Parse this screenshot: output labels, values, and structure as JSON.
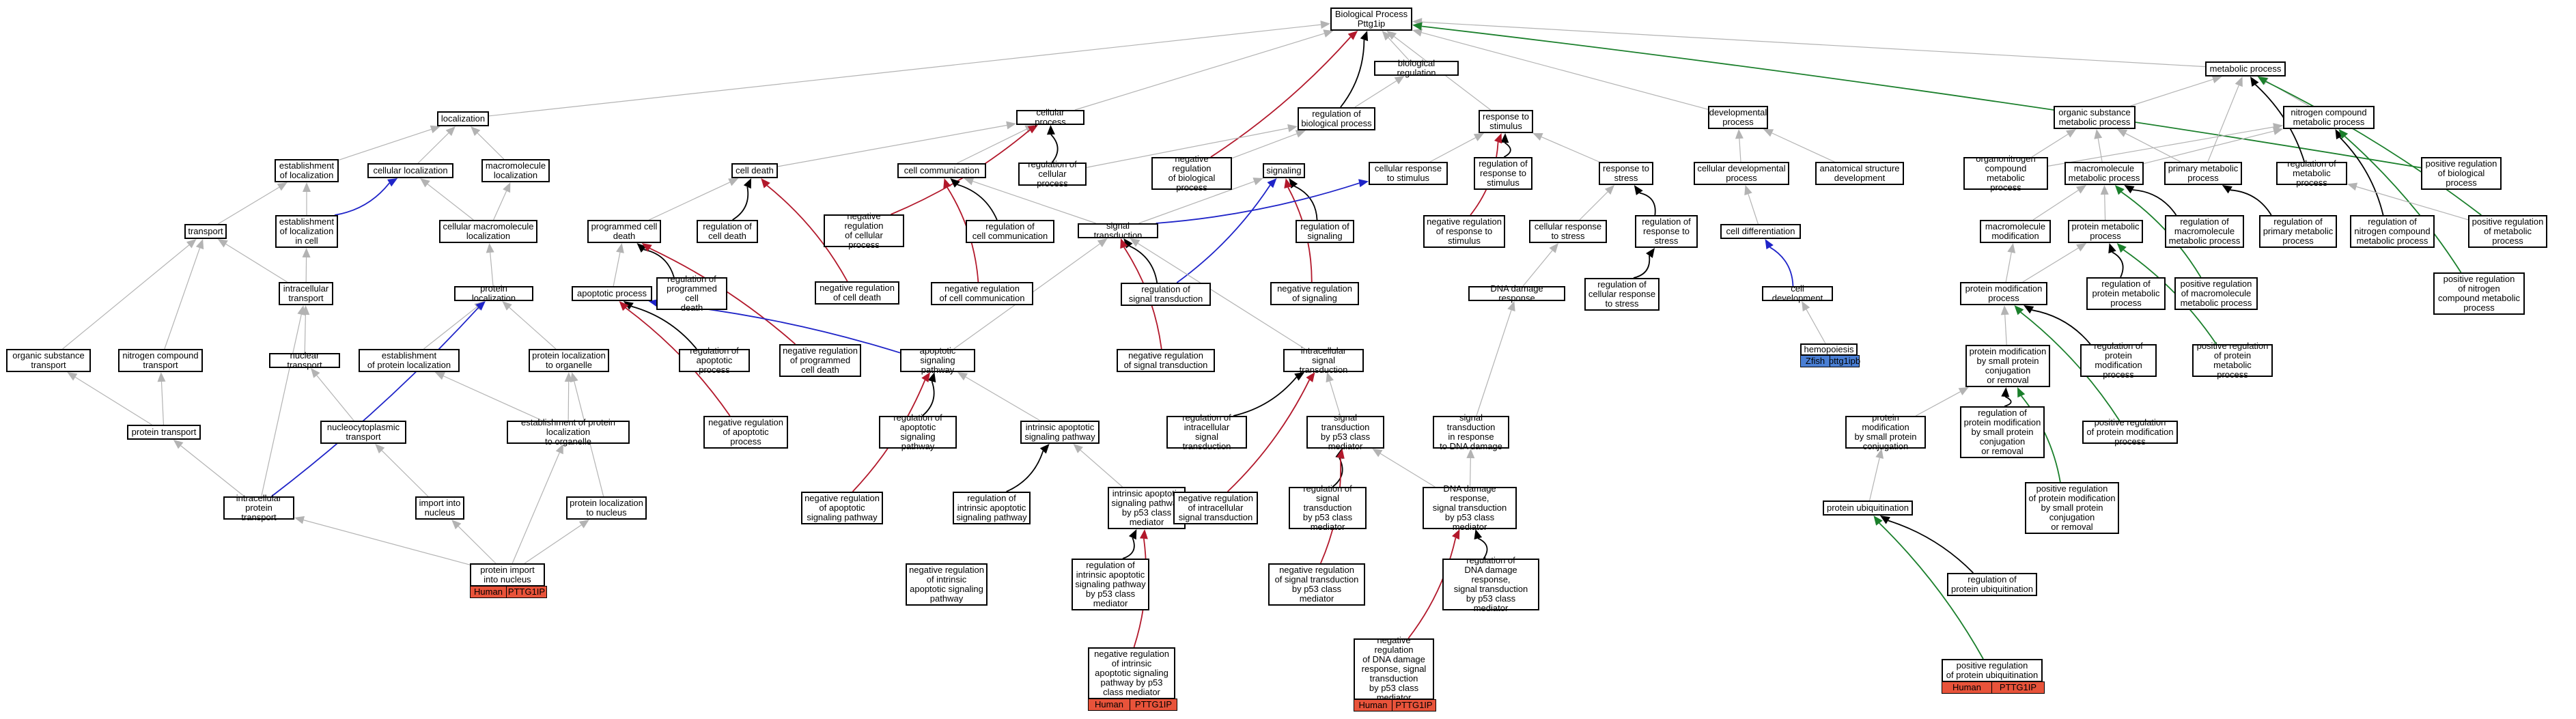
{
  "colors": {
    "is_a": "#b3b3b3",
    "part_of": "#000000",
    "negatively_regulates": "#b2182b",
    "positively_regulates": "#1a7f2b",
    "regulates": "#1f24c8",
    "human_annotation": "#e8533a",
    "zebrafish_annotation": "#4a7fd4"
  },
  "nodes": [
    {
      "id": "bp",
      "label": "Biological Process\nPttg1ip"
    },
    {
      "id": "bioreg",
      "label": "biological regulation"
    },
    {
      "id": "localization",
      "label": "localization"
    },
    {
      "id": "cellproc",
      "label": "cellular process"
    },
    {
      "id": "regbp",
      "label": "regulation of\nbiological process"
    },
    {
      "id": "rts",
      "label": "response to\nstimulus"
    },
    {
      "id": "devproc",
      "label": "developmental\nprocess"
    },
    {
      "id": "metproc",
      "label": "metabolic process"
    },
    {
      "id": "orgsubmet",
      "label": "organic substance\nmetabolic process"
    },
    {
      "id": "ncmet",
      "label": "nitrogen compound\nmetabolic process"
    },
    {
      "id": "estloc",
      "label": "establishment\nof localization"
    },
    {
      "id": "cellloc",
      "label": "cellular localization"
    },
    {
      "id": "macroloc",
      "label": "macromolecule\nlocalization"
    },
    {
      "id": "celldeath",
      "label": "cell death"
    },
    {
      "id": "cellcomm",
      "label": "cell communication"
    },
    {
      "id": "regcp",
      "label": "regulation of\ncellular process"
    },
    {
      "id": "negregbp",
      "label": "negative regulation\nof biological\nprocess"
    },
    {
      "id": "signaling",
      "label": "signaling"
    },
    {
      "id": "cellresp",
      "label": "cellular response\nto stimulus"
    },
    {
      "id": "regrts",
      "label": "regulation of\nresponse to\nstimulus"
    },
    {
      "id": "rtstress",
      "label": "response to\nstress"
    },
    {
      "id": "celldev",
      "label": "cellular developmental\nprocess"
    },
    {
      "id": "anatdev",
      "label": "anatomical structure\ndevelopment"
    },
    {
      "id": "onmet",
      "label": "organonitrogen\ncompound metabolic\nprocess"
    },
    {
      "id": "macromet",
      "label": "macromolecule\nmetabolic process"
    },
    {
      "id": "primmet",
      "label": "primary metabolic\nprocess"
    },
    {
      "id": "regmet",
      "label": "regulation of\nmetabolic process"
    },
    {
      "id": "posregbp",
      "label": "positive regulation\nof biological\nprocess"
    },
    {
      "id": "transport",
      "label": "transport"
    },
    {
      "id": "estlocincell",
      "label": "establishment\nof localization\nin cell"
    },
    {
      "id": "cellmacroloc",
      "label": "cellular macromolecule\nlocalization"
    },
    {
      "id": "pcd",
      "label": "programmed cell\ndeath"
    },
    {
      "id": "regcd",
      "label": "regulation of\ncell death"
    },
    {
      "id": "negregcp",
      "label": "negative regulation\nof cellular\nprocess"
    },
    {
      "id": "regcomm",
      "label": "regulation of\ncell communication"
    },
    {
      "id": "sigtrans",
      "label": "signal transduction"
    },
    {
      "id": "regsig",
      "label": "regulation of\nsignaling"
    },
    {
      "id": "negregrts",
      "label": "negative regulation\nof response to\nstimulus"
    },
    {
      "id": "cellrtstress",
      "label": "cellular response\nto stress"
    },
    {
      "id": "regrtstress",
      "label": "regulation of\nresponse to\nstress"
    },
    {
      "id": "celldiff",
      "label": "cell differentiation"
    },
    {
      "id": "macromod",
      "label": "macromolecule\nmodification"
    },
    {
      "id": "protmet",
      "label": "protein metabolic\nprocess"
    },
    {
      "id": "regmacromet",
      "label": "regulation of\nmacromolecule\nmetabolic process"
    },
    {
      "id": "regprimmet",
      "label": "regulation of\nprimary metabolic\nprocess"
    },
    {
      "id": "regncmet",
      "label": "regulation of\nnitrogen compound\nmetabolic process"
    },
    {
      "id": "posregmet",
      "label": "positive regulation\nof metabolic\nprocess"
    },
    {
      "id": "apoptotic",
      "label": "apoptotic process"
    },
    {
      "id": "regpcd",
      "label": "regulation of\nprogrammed cell\ndeath"
    },
    {
      "id": "negregcd",
      "label": "negative regulation\nof cell death"
    },
    {
      "id": "negregcomm",
      "label": "negative regulation\nof cell communication"
    },
    {
      "id": "regsigtrans",
      "label": "regulation of\nsignal transduction"
    },
    {
      "id": "negregsig",
      "label": "negative regulation\nof signaling"
    },
    {
      "id": "dnadamage",
      "label": "DNA damage response"
    },
    {
      "id": "regcrtstress",
      "label": "regulation of\ncellular response\nto stress"
    },
    {
      "id": "intransport",
      "label": "intracellular\ntransport"
    },
    {
      "id": "protloc",
      "label": "protein localization"
    },
    {
      "id": "celldevel",
      "label": "cell development"
    },
    {
      "id": "protmod",
      "label": "protein modification\nprocess"
    },
    {
      "id": "regprotmet",
      "label": "regulation of\nprotein metabolic\nprocess"
    },
    {
      "id": "posregmacromet",
      "label": "positive regulation\nof macromolecule\nmetabolic process"
    },
    {
      "id": "posregncmet",
      "label": "positive regulation\nof nitrogen\ncompound metabolic\nprocess"
    },
    {
      "id": "orgsubtrans",
      "label": "organic substance\ntransport"
    },
    {
      "id": "ncompoundtrans",
      "label": "nitrogen compound\ntransport"
    },
    {
      "id": "nucleartrans",
      "label": "nuclear transport"
    },
    {
      "id": "estprotloc",
      "label": "establishment\nof protein localization"
    },
    {
      "id": "protlocorg",
      "label": "protein localization\nto organelle"
    },
    {
      "id": "regapop",
      "label": "regulation of\napoptotic process"
    },
    {
      "id": "negregpcd",
      "label": "negative regulation\nof programmed\ncell death"
    },
    {
      "id": "apopsig",
      "label": "apoptotic signaling\npathway"
    },
    {
      "id": "negregsigtrans",
      "label": "negative regulation\nof signal transduction"
    },
    {
      "id": "intrasigtrans",
      "label": "intracellular\nsignal transduction"
    },
    {
      "id": "hemopoiesis",
      "label": "hemopoiesis"
    },
    {
      "id": "protmodsmall",
      "label": "protein modification\nby small protein\nconjugation\nor removal"
    },
    {
      "id": "regprotmod",
      "label": "regulation of\nprotein modification\nprocess"
    },
    {
      "id": "posregprotmet",
      "label": "positive regulation\nof protein metabolic\nprocess"
    },
    {
      "id": "proteintrans",
      "label": "protein transport"
    },
    {
      "id": "nucleocyto",
      "label": "nucleocytoplasmic\ntransport"
    },
    {
      "id": "estprotlocorg",
      "label": "establishment of protein localization\nto organelle"
    },
    {
      "id": "negregapop",
      "label": "negative regulation\nof apoptotic\nprocess"
    },
    {
      "id": "regapopsig",
      "label": "regulation of\napoptotic signaling\npathway"
    },
    {
      "id": "intrinsicapop",
      "label": "intrinsic apoptotic\nsignaling pathway"
    },
    {
      "id": "regintrasig",
      "label": "regulation of\nintracellular\nsignal transduction"
    },
    {
      "id": "sigtransp53",
      "label": "signal transduction\nby p53 class\nmediator"
    },
    {
      "id": "sigtransdna",
      "label": "signal transduction\nin response\nto DNA damage"
    },
    {
      "id": "protmodconj",
      "label": "protein modification\nby small protein\nconjugation"
    },
    {
      "id": "regprotmodsmall",
      "label": "regulation of\nprotein modification\nby small protein\nconjugation\nor removal"
    },
    {
      "id": "posregprotmod",
      "label": "positive regulation\nof protein modification\nprocess"
    },
    {
      "id": "intractrans",
      "label": "intracellular\nprotein transport"
    },
    {
      "id": "importnuc",
      "label": "import into\nnucleus"
    },
    {
      "id": "protlocnuc",
      "label": "protein localization\nto nucleus"
    },
    {
      "id": "negregapopsig",
      "label": "negative regulation\nof apoptotic\nsignaling pathway"
    },
    {
      "id": "regintrinsic",
      "label": "regulation of\nintrinsic apoptotic\nsignaling pathway"
    },
    {
      "id": "intrinsicp53",
      "label": "intrinsic apoptotic\nsignaling pathway\nby p53 class\nmediator"
    },
    {
      "id": "negregintrasig",
      "label": "negative regulation\nof intracellular\nsignal transduction"
    },
    {
      "id": "regsigtransp53",
      "label": "regulation of\nsignal transduction\nby p53 class\nmediator"
    },
    {
      "id": "dnadamagep53",
      "label": "DNA damage response,\nsignal transduction\nby p53 class\nmediator"
    },
    {
      "id": "protubiq",
      "label": "protein ubiquitination"
    },
    {
      "id": "posregprotmodsmall",
      "label": "positive regulation\nof protein modification\nby small protein\nconjugation\nor removal"
    },
    {
      "id": "protimport",
      "label": "protein import\ninto nucleus"
    },
    {
      "id": "negregintrinsic",
      "label": "negative regulation\nof intrinsic\napoptotic signaling\npathway"
    },
    {
      "id": "regintrinsicp53",
      "label": "regulation of\nintrinsic apoptotic\nsignaling pathway\nby p53 class\nmediator"
    },
    {
      "id": "negregsigtransp53",
      "label": "negative regulation\nof signal transduction\nby p53 class\nmediator"
    },
    {
      "id": "regdnadamagep53",
      "label": "regulation of\nDNA damage response,\nsignal transduction\nby p53 class\nmediator"
    },
    {
      "id": "regprotubiq",
      "label": "regulation of\nprotein ubiquitination"
    },
    {
      "id": "negregintrinsicp53",
      "label": "negative regulation\nof intrinsic\napoptotic signaling\npathway by p53\nclass mediator"
    },
    {
      "id": "negregdnadamagep53",
      "label": "negative regulation\nof DNA damage\nresponse, signal\ntransduction\nby p53 class\nmediator"
    },
    {
      "id": "posregprotubiq",
      "label": "positive regulation\nof protein ubiquitination"
    }
  ],
  "annotations": [
    {
      "node": "protimport",
      "species": "Human",
      "gene": "PTTG1IP",
      "color": "human_annotation"
    },
    {
      "node": "negregintrinsicp53",
      "species": "Human",
      "gene": "PTTG1IP",
      "color": "human_annotation"
    },
    {
      "node": "negregdnadamagep53",
      "species": "Human",
      "gene": "PTTG1IP",
      "color": "human_annotation"
    },
    {
      "node": "posregprotubiq",
      "species": "Human",
      "gene": "PTTG1IP",
      "color": "human_annotation"
    },
    {
      "node": "hemopoiesis",
      "species": "Zfish",
      "gene": "pttg1ipb",
      "color": "zebrafish_annotation"
    }
  ],
  "edges": [
    [
      "bioreg",
      "bp",
      "is_a"
    ],
    [
      "localization",
      "bp",
      "is_a"
    ],
    [
      "cellproc",
      "bp",
      "is_a"
    ],
    [
      "regbp",
      "bp",
      "part_of"
    ],
    [
      "rts",
      "bp",
      "is_a"
    ],
    [
      "devproc",
      "bp",
      "is_a"
    ],
    [
      "metproc",
      "bp",
      "is_a"
    ],
    [
      "posregbp",
      "bp",
      "positively_regulates"
    ],
    [
      "negregbp",
      "bp",
      "negatively_regulates"
    ],
    [
      "regbp",
      "bioreg",
      "is_a"
    ],
    [
      "ncmet",
      "metproc",
      "is_a"
    ],
    [
      "orgsubmet",
      "metproc",
      "is_a"
    ],
    [
      "primmet",
      "metproc",
      "is_a"
    ],
    [
      "regmet",
      "metproc",
      "part_of"
    ],
    [
      "posregmet",
      "metproc",
      "positively_regulates"
    ],
    [
      "macromet",
      "ncmet",
      "is_a"
    ],
    [
      "onmet",
      "ncmet",
      "is_a"
    ],
    [
      "regncmet",
      "ncmet",
      "part_of"
    ],
    [
      "posregncmet",
      "ncmet",
      "positively_regulates"
    ],
    [
      "estloc",
      "localization",
      "is_a"
    ],
    [
      "cellloc",
      "localization",
      "is_a"
    ],
    [
      "macroloc",
      "localization",
      "is_a"
    ],
    [
      "estlocincell",
      "cellloc",
      "regulates"
    ],
    [
      "celldeath",
      "cellproc",
      "is_a"
    ],
    [
      "cellcomm",
      "cellproc",
      "is_a"
    ],
    [
      "regcp",
      "cellproc",
      "part_of"
    ],
    [
      "negregcp",
      "cellproc",
      "negatively_regulates"
    ],
    [
      "negregbp",
      "regbp",
      "is_a"
    ],
    [
      "regcp",
      "regbp",
      "is_a"
    ],
    [
      "regrts",
      "rts",
      "part_of"
    ],
    [
      "negregrts",
      "rts",
      "negatively_regulates"
    ],
    [
      "rtstress",
      "rts",
      "is_a"
    ],
    [
      "cellresp",
      "rts",
      "is_a"
    ],
    [
      "celldev",
      "devproc",
      "is_a"
    ],
    [
      "anatdev",
      "devproc",
      "is_a"
    ],
    [
      "macromet",
      "orgsubmet",
      "is_a"
    ],
    [
      "primmet",
      "orgsubmet",
      "is_a"
    ],
    [
      "onmet",
      "orgsubmet",
      "is_a"
    ],
    [
      "regmacromet",
      "macromet",
      "part_of"
    ],
    [
      "regprimmet",
      "primmet",
      "part_of"
    ],
    [
      "posregmet",
      "regmet",
      "is_a"
    ],
    [
      "posregmacromet",
      "macromet",
      "positively_regulates"
    ],
    [
      "transport",
      "estloc",
      "is_a"
    ],
    [
      "estlocincell",
      "estloc",
      "is_a"
    ],
    [
      "cellmacroloc",
      "macroloc",
      "is_a"
    ],
    [
      "cellmacroloc",
      "cellloc",
      "is_a"
    ],
    [
      "pcd",
      "celldeath",
      "is_a"
    ],
    [
      "regcd",
      "celldeath",
      "part_of"
    ],
    [
      "negregcd",
      "celldeath",
      "negatively_regulates"
    ],
    [
      "regcomm",
      "cellcomm",
      "part_of"
    ],
    [
      "negregcomm",
      "cellcomm",
      "negatively_regulates"
    ],
    [
      "sigtrans",
      "cellcomm",
      "is_a"
    ],
    [
      "sigtrans",
      "signaling",
      "is_a"
    ],
    [
      "regsig",
      "signaling",
      "part_of"
    ],
    [
      "negregsig",
      "signaling",
      "negatively_regulates"
    ],
    [
      "regsigtrans",
      "signaling",
      "regulates"
    ],
    [
      "sigtrans",
      "cellresp",
      "regulates"
    ],
    [
      "regrtstress",
      "rtstress",
      "part_of"
    ],
    [
      "cellrtstress",
      "rtstress",
      "is_a"
    ],
    [
      "celldiff",
      "celldev",
      "is_a"
    ],
    [
      "celldevel",
      "celldiff",
      "regulates"
    ],
    [
      "protmet",
      "macromet",
      "is_a"
    ],
    [
      "macromod",
      "macromet",
      "is_a"
    ],
    [
      "regprotmet",
      "protmet",
      "part_of"
    ],
    [
      "posregprotmet",
      "protmet",
      "positively_regulates"
    ],
    [
      "protmod",
      "protmet",
      "is_a"
    ],
    [
      "protmod",
      "macromod",
      "is_a"
    ],
    [
      "intransport",
      "transport",
      "is_a"
    ],
    [
      "intransport",
      "estlocincell",
      "is_a"
    ],
    [
      "protloc",
      "cellmacroloc",
      "is_a"
    ],
    [
      "apoptotic",
      "pcd",
      "is_a"
    ],
    [
      "regpcd",
      "pcd",
      "part_of"
    ],
    [
      "negregpcd",
      "pcd",
      "negatively_regulates"
    ],
    [
      "regapop",
      "apoptotic",
      "part_of"
    ],
    [
      "negregapop",
      "apoptotic",
      "negatively_regulates"
    ],
    [
      "apopsig",
      "apoptotic",
      "regulates"
    ],
    [
      "regsigtrans",
      "sigtrans",
      "part_of"
    ],
    [
      "negregsigtrans",
      "sigtrans",
      "negatively_regulates"
    ],
    [
      "dnadamage",
      "cellrtstress",
      "is_a"
    ],
    [
      "regcrtstress",
      "regrtstress",
      "part_of"
    ],
    [
      "regprotmod",
      "protmod",
      "part_of"
    ],
    [
      "posregprotmod",
      "protmod",
      "positively_regulates"
    ],
    [
      "protmodsmall",
      "protmod",
      "is_a"
    ],
    [
      "orgsubtrans",
      "transport",
      "is_a"
    ],
    [
      "ncompoundtrans",
      "transport",
      "is_a"
    ],
    [
      "proteintrans",
      "orgsubtrans",
      "is_a"
    ],
    [
      "proteintrans",
      "ncompoundtrans",
      "is_a"
    ],
    [
      "nucleartrans",
      "intransport",
      "is_a"
    ],
    [
      "estprotloc",
      "protloc",
      "is_a"
    ],
    [
      "protlocorg",
      "protloc",
      "is_a"
    ],
    [
      "intractrans",
      "protloc",
      "regulates"
    ],
    [
      "intractrans",
      "intransport",
      "is_a"
    ],
    [
      "intractrans",
      "proteintrans",
      "is_a"
    ],
    [
      "nucleocyto",
      "nucleartrans",
      "is_a"
    ],
    [
      "importnuc",
      "nucleocyto",
      "is_a"
    ],
    [
      "estprotlocorg",
      "protlocorg",
      "is_a"
    ],
    [
      "estprotlocorg",
      "estprotloc",
      "is_a"
    ],
    [
      "protlocnuc",
      "protlocorg",
      "is_a"
    ],
    [
      "protimport",
      "importnuc",
      "is_a"
    ],
    [
      "protimport",
      "protlocnuc",
      "is_a"
    ],
    [
      "protimport",
      "estprotlocorg",
      "is_a"
    ],
    [
      "protimport",
      "intractrans",
      "is_a"
    ],
    [
      "apopsig",
      "sigtrans",
      "is_a"
    ],
    [
      "intrinsicapop",
      "apopsig",
      "is_a"
    ],
    [
      "regapopsig",
      "apopsig",
      "part_of"
    ],
    [
      "negregapopsig",
      "apopsig",
      "negatively_regulates"
    ],
    [
      "regintrinsic",
      "intrinsicapop",
      "part_of"
    ],
    [
      "intrinsicp53",
      "intrinsicapop",
      "is_a"
    ],
    [
      "regintrinsicp53",
      "intrinsicp53",
      "part_of"
    ],
    [
      "negregintrinsicp53",
      "intrinsicp53",
      "negatively_regulates"
    ],
    [
      "intrasigtrans",
      "sigtrans",
      "is_a"
    ],
    [
      "regintrasig",
      "intrasigtrans",
      "part_of"
    ],
    [
      "negregintrasig",
      "intrasigtrans",
      "negatively_regulates"
    ],
    [
      "sigtransp53",
      "intrasigtrans",
      "is_a"
    ],
    [
      "regsigtransp53",
      "sigtransp53",
      "part_of"
    ],
    [
      "negregsigtransp53",
      "sigtransp53",
      "negatively_regulates"
    ],
    [
      "sigtransdna",
      "dnadamage",
      "is_a"
    ],
    [
      "dnadamagep53",
      "sigtransdna",
      "is_a"
    ],
    [
      "dnadamagep53",
      "sigtransp53",
      "is_a"
    ],
    [
      "regdnadamagep53",
      "dnadamagep53",
      "part_of"
    ],
    [
      "negregdnadamagep53",
      "dnadamagep53",
      "negatively_regulates"
    ],
    [
      "protmodconj",
      "protmodsmall",
      "is_a"
    ],
    [
      "regprotmodsmall",
      "protmodsmall",
      "part_of"
    ],
    [
      "posregprotmodsmall",
      "protmodsmall",
      "positively_regulates"
    ],
    [
      "protubiq",
      "protmodconj",
      "is_a"
    ],
    [
      "regprotubiq",
      "protubiq",
      "part_of"
    ],
    [
      "posregprotubiq",
      "protubiq",
      "positively_regulates"
    ],
    [
      "hemopoiesis",
      "celldevel",
      "is_a"
    ]
  ]
}
